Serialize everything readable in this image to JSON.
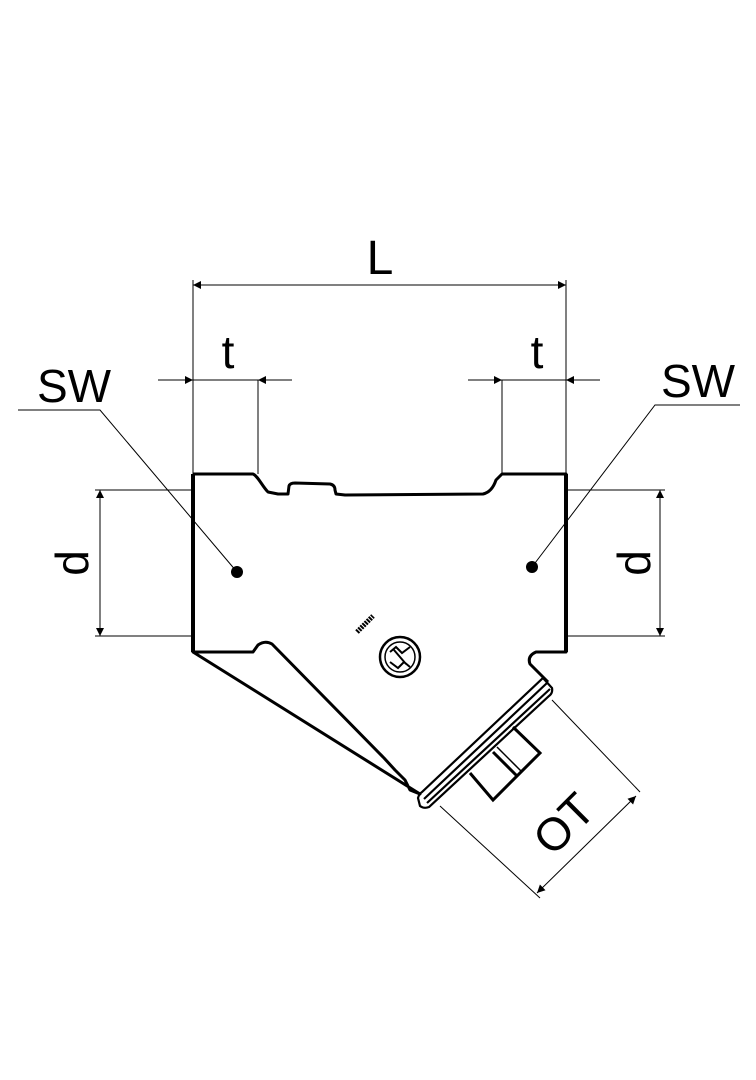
{
  "diagram": {
    "title": "Y-strainer dimension drawing",
    "labels": {
      "length": "L",
      "thread_left": "t",
      "thread_right": "t",
      "wrench_left": "SW",
      "wrench_right": "SW",
      "diameter_left": "d",
      "diameter_right": "d",
      "cap_offset": "OT"
    },
    "colors": {
      "line": "#000000",
      "background": "#ffffff"
    }
  }
}
